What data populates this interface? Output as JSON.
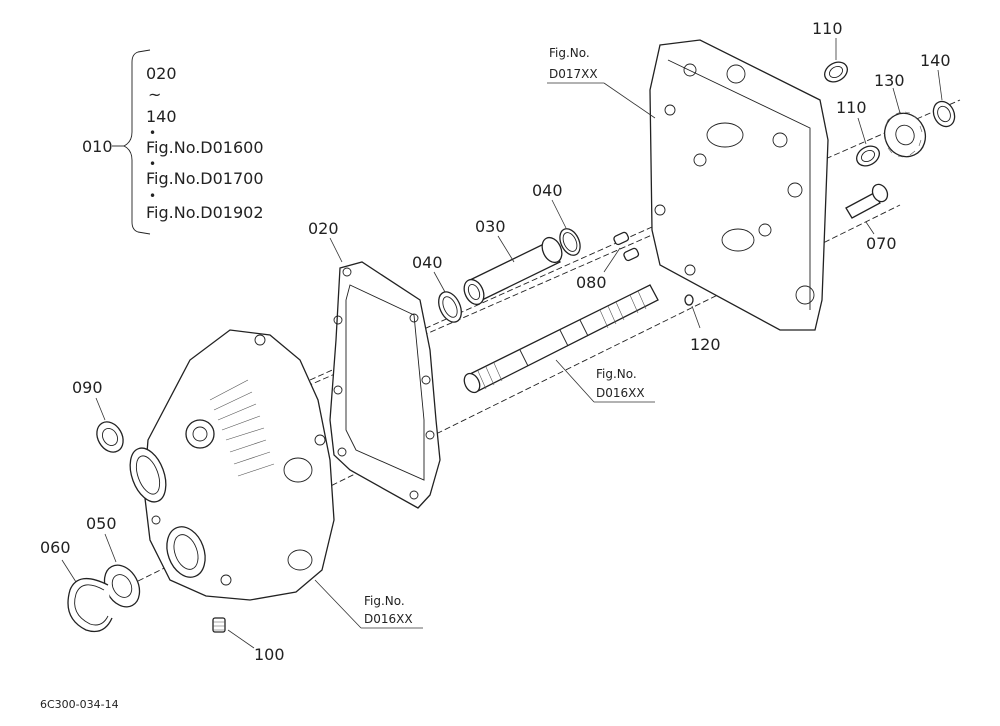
{
  "bracket": {
    "main_ref": "010",
    "lines": [
      "020",
      "~",
      "140",
      "•",
      "Fig.No.D01600",
      "•",
      "Fig.No.D01700",
      "•",
      "Fig.No.D01902"
    ]
  },
  "callouts": {
    "p020": "020",
    "p030": "030",
    "p040a": "040",
    "p040b": "040",
    "p050": "050",
    "p060": "060",
    "p070": "070",
    "p080": "080",
    "p090": "090",
    "p100": "100",
    "p110a": "110",
    "p110b": "110",
    "p120": "120",
    "p130": "130",
    "p140": "140"
  },
  "figrefs": {
    "top": {
      "fig": "Fig.No.",
      "num": "D017XX"
    },
    "shaft": {
      "fig": "Fig.No.",
      "num": "D016XX"
    },
    "housing": {
      "fig": "Fig.No.",
      "num": "D016XX"
    }
  },
  "footer": {
    "code": "6C300-034-14"
  }
}
